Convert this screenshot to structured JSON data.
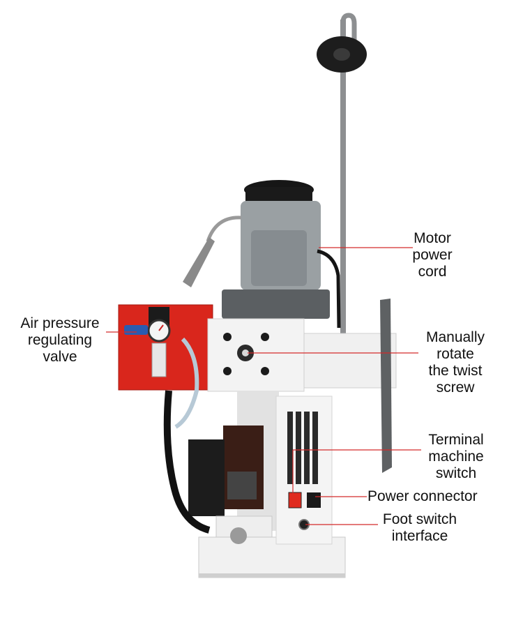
{
  "colors": {
    "leader_line": "#d42a2a",
    "red_panel": "#d9261c",
    "machine_white": "#eeeeee",
    "motor_grey": "#9aa0a3",
    "label_text": "#111111"
  },
  "callouts": {
    "motor_power_cord": [
      "Motor",
      "power",
      "cord"
    ],
    "air_pressure_valve": [
      "Air pressure",
      "regulating",
      "valve"
    ],
    "manual_twist_screw": [
      "Manually",
      "rotate",
      "the twist",
      "screw"
    ],
    "terminal_switch": [
      "Terminal",
      "machine",
      "switch"
    ],
    "power_connector": [
      "Power connector"
    ],
    "foot_switch": [
      "Foot switch",
      "interface"
    ]
  }
}
